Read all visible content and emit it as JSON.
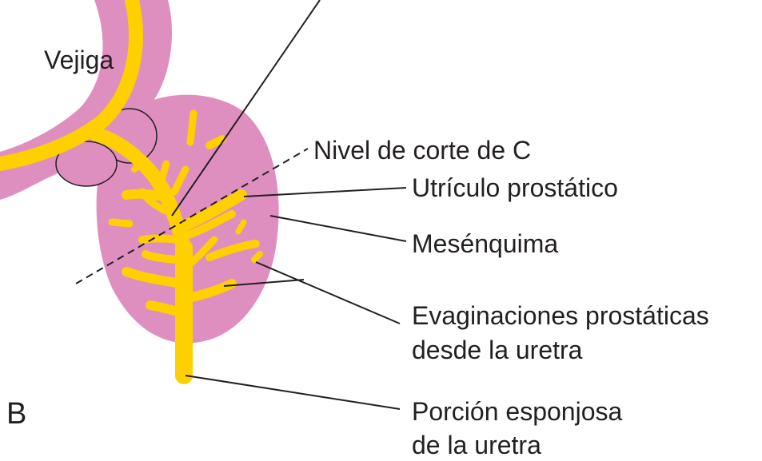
{
  "panel_letter": "B",
  "labels": {
    "vejiga": "Vejiga",
    "nivel": "Nivel de corte de C",
    "utriculo": "Utrículo prostático",
    "mesenquima": "Mesénquima",
    "evaginaciones_1": "Evaginaciones prostáticas",
    "evaginaciones_2": "desde la uretra",
    "porcion_1": "Porción esponjosa",
    "porcion_2": "de la uretra"
  },
  "colors": {
    "mesenchyme": "#df8fbf",
    "urethra": "#fed000",
    "outline": "#231f20",
    "background": "#ffffff"
  }
}
